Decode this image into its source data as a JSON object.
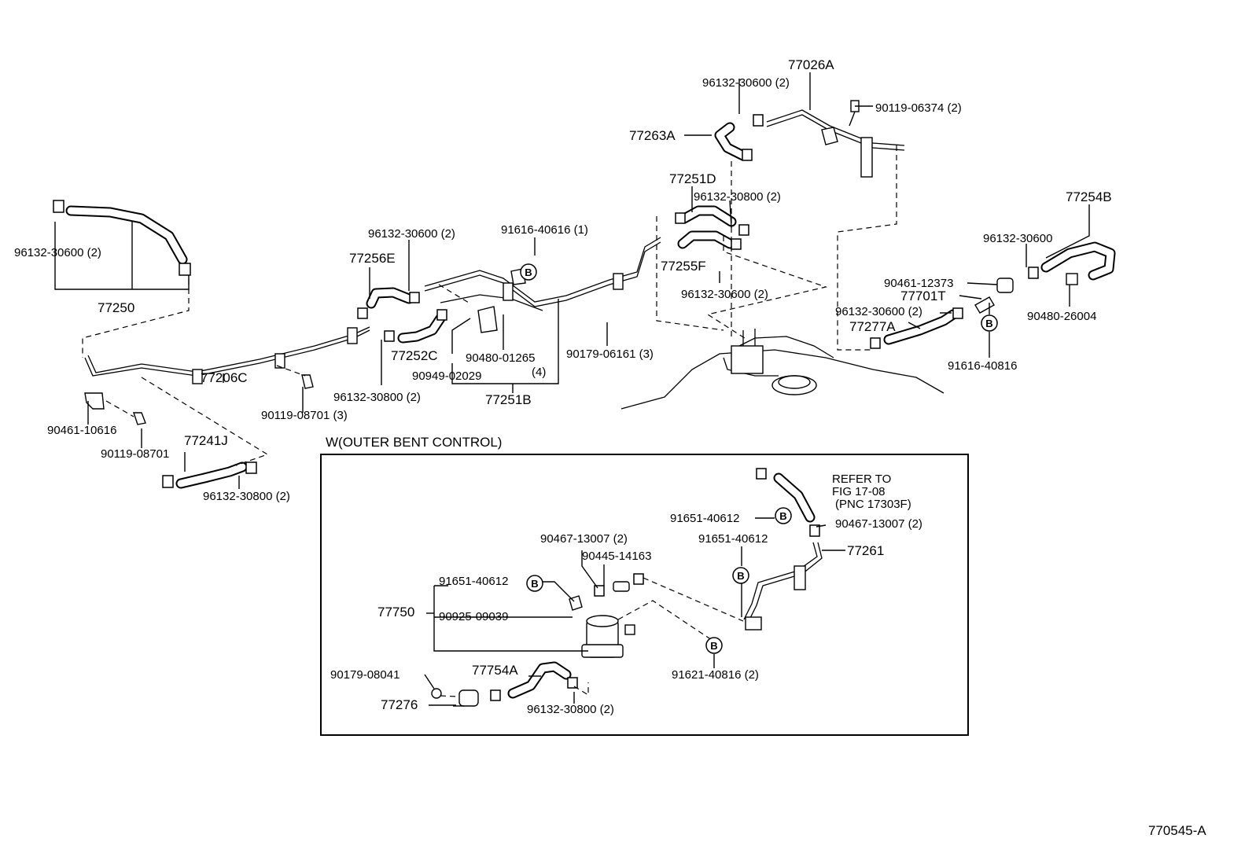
{
  "diagram": {
    "figure_id": "770545-A",
    "inset_title": "W(OUTER BENT CONTROL)",
    "refer_note": [
      "REFER TO",
      "FIG 17-08",
      "(PNC 17303F)"
    ],
    "callouts": {
      "p77026A": "77026A",
      "p96132_30600_2_top": "96132-30600 (2)",
      "p90119_06374": "90119-06374 (2)",
      "p77263A": "77263A",
      "p77251D": "77251D",
      "p96132_30800_2_mid": "96132-30800 (2)",
      "p77254B": "77254B",
      "p96132_30600_right": "96132-30600",
      "p90461_12373": "90461-12373",
      "p77701T": "77701T",
      "p96132_30600_2_right": "96132-30600 (2)",
      "p77277A": "77277A",
      "p90480_26004": "90480-26004",
      "p91616_40816": "91616-40816",
      "p96132_30600_2_left": "96132-30600 (2)",
      "p77250": "77250",
      "p96132_30600_2_center": "96132-30600 (2)",
      "p91616_40616": "91616-40616 (1)",
      "p77256E": "77256E",
      "p77255F": "77255F",
      "p96132_30600_2_tank": "96132-30600 (2)",
      "p77252C": "77252C",
      "p90949_02029": "90949-02029",
      "p90480_01265": "90480-01265",
      "p90480_01265_qty": "(4)",
      "p77251B": "77251B",
      "p90179_06161": "90179-06161 (3)",
      "p77206C": "77206C",
      "p96132_30800_2_center": "96132-30800 (2)",
      "p90119_08701_3": "90119-08701 (3)",
      "p90461_10616": "90461-10616",
      "p90119_08701": "90119-08701",
      "p77241J": "77241J",
      "p96132_30800_2_bottom": "96132-30800 (2)",
      "p91651_40612_a": "91651-40612",
      "p90467_13007_a": "90467-13007 (2)",
      "p91651_40612_b": "91651-40612",
      "p77261": "77261",
      "p90467_13007_b": "90467-13007 (2)",
      "p90445_14163": "90445-14163",
      "p91651_40612_c": "91651-40612",
      "p77750": "77750",
      "p90925_09039": "90925-09039",
      "p91621_40816": "91621-40816 (2)",
      "p90179_08041": "90179-08041",
      "p77754A": "77754A",
      "p77276": "77276",
      "p96132_30800_2_inset": "96132-30800 (2)"
    },
    "b_marker": "B"
  }
}
